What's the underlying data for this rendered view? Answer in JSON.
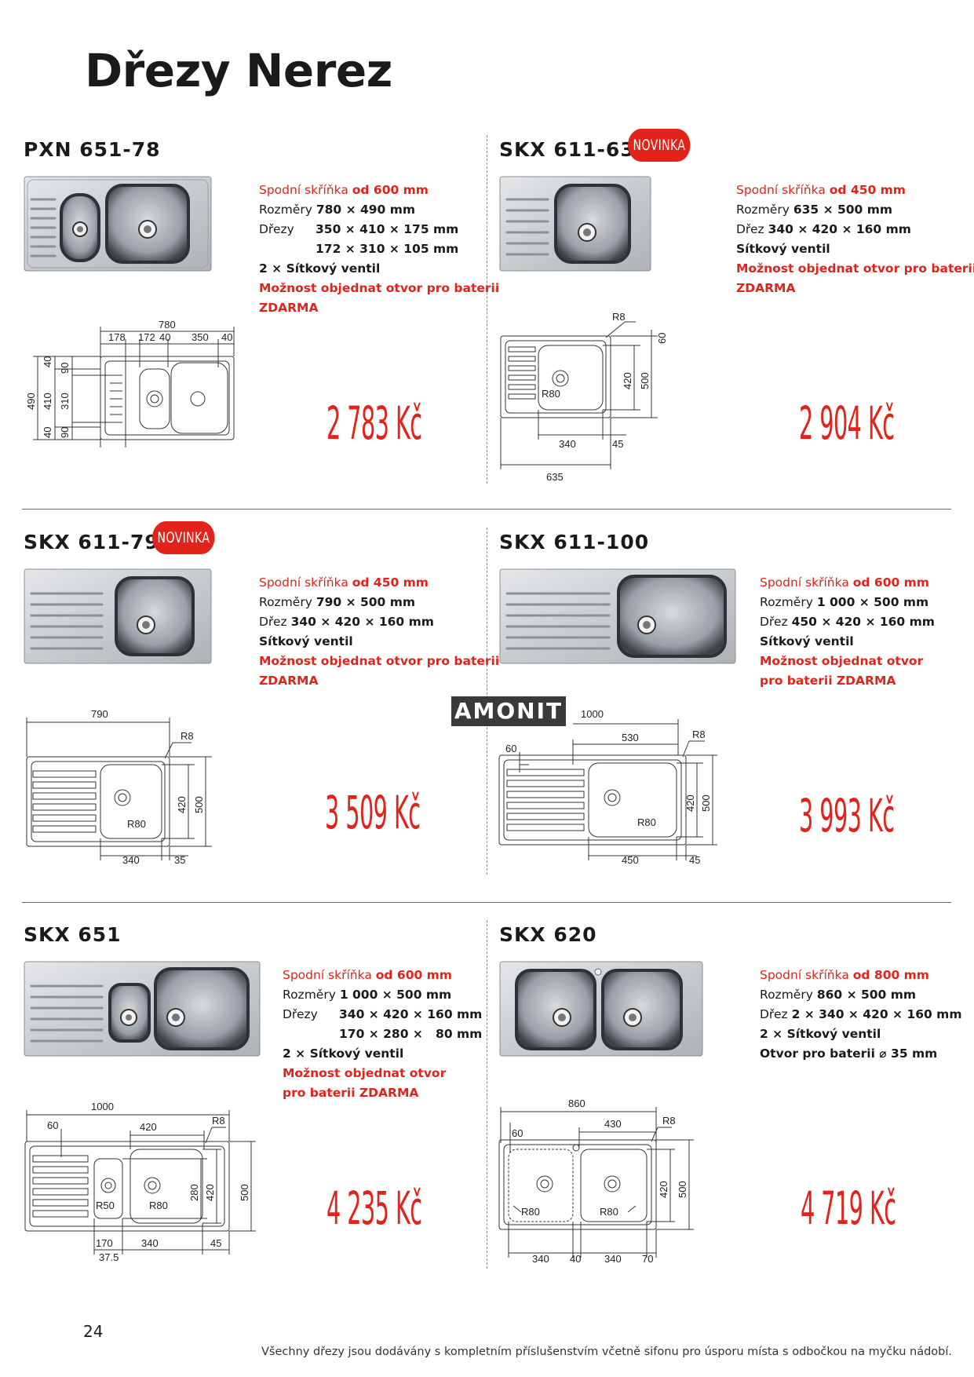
{
  "page": {
    "title": "Dřezy Nerez",
    "page_number": "24",
    "footnote": "Všechny dřezy jsou dodávány s kompletním příslušenstvím včetně sifonu pro úsporu místa s odbočkou na myčku nádobí.",
    "watermark": "AMONIT"
  },
  "colors": {
    "accent": "#e2231a",
    "steel": "#c9ccd0"
  },
  "products": [
    {
      "name": "PXN 651-78",
      "spec_cabinet_label": "Spodní skříňka",
      "spec_cabinet_value": "od 600 mm",
      "spec_dim_label": "Rozměry",
      "spec_dim_value": "780 × 490 mm",
      "spec_bowl_label": "Dřezy",
      "spec_bowl_value": "350 × 410 × 175 mm",
      "spec_bowl_value2": "172 × 310 × 105 mm",
      "spec_valve": "2 × Sítkový ventil",
      "spec_offer_1": "Možnost objednat otvor pro baterii",
      "spec_offer_2": "ZDARMA",
      "price": "2 783 Kč",
      "drawing_labels": [
        "780",
        "178",
        "172",
        "40",
        "350",
        "40",
        "40",
        "90",
        "490",
        "410",
        "310",
        "40",
        "90"
      ]
    },
    {
      "name": "SKX 611-63",
      "badge": "NOVINKA",
      "spec_cabinet_label": "Spodní skříňka",
      "spec_cabinet_value": "od 450 mm",
      "spec_dim_label": "Rozměry",
      "spec_dim_value": "635 × 500 mm",
      "spec_bowl_label": "Dřez",
      "spec_bowl_value": "340 × 420 × 160 mm",
      "spec_valve": "Sítkový ventil",
      "spec_offer_1": "Možnost objednat otvor pro baterii",
      "spec_offer_2": "ZDARMA",
      "price": "2 904 Kč",
      "drawing_labels": [
        "R8",
        "60",
        "420",
        "500",
        "R80",
        "340",
        "45",
        "635"
      ]
    },
    {
      "name": "SKX 611-79",
      "badge": "NOVINKA",
      "spec_cabinet_label": "Spodní skříňka",
      "spec_cabinet_value": "od 450 mm",
      "spec_dim_label": "Rozměry",
      "spec_dim_value": "790 × 500 mm",
      "spec_bowl_label": "Dřez",
      "spec_bowl_value": "340 × 420 × 160 mm",
      "spec_valve": "Sítkový ventil",
      "spec_offer_1": "Možnost objednat otvor pro baterii",
      "spec_offer_2": "ZDARMA",
      "price": "3 509 Kč",
      "drawing_labels": [
        "790",
        "R8",
        "420",
        "500",
        "R80",
        "340",
        "35"
      ]
    },
    {
      "name": "SKX 611-100",
      "spec_cabinet_label": "Spodní skříňka",
      "spec_cabinet_value": "od 600 mm",
      "spec_dim_label": "Rozměry",
      "spec_dim_value": "1 000 × 500 mm",
      "spec_bowl_label": "Dřez",
      "spec_bowl_value": "450 × 420 × 160 mm",
      "spec_valve": "Sítkový ventil",
      "spec_offer_1": "Možnost objednat otvor",
      "spec_offer_2": "pro baterii ZDARMA",
      "price": "3 993 Kč",
      "drawing_labels": [
        "1000",
        "530",
        "R8",
        "60",
        "420",
        "500",
        "R80",
        "450",
        "45"
      ]
    },
    {
      "name": "SKX 651",
      "spec_cabinet_label": "Spodní skříňka",
      "spec_cabinet_value": "od 600 mm",
      "spec_dim_label": "Rozměry",
      "spec_dim_value": "1 000 × 500 mm",
      "spec_bowl_label": "Dřezy",
      "spec_bowl_value": "340 × 420 × 160 mm",
      "spec_bowl_value2": "170 × 280 ×   80 mm",
      "spec_valve": "2 × Sítkový ventil",
      "spec_offer_1": "Možnost objednat otvor",
      "spec_offer_2": "pro baterii ZDARMA",
      "price": "4 235 Kč",
      "drawing_labels": [
        "1000",
        "60",
        "420",
        "R8",
        "280",
        "420",
        "500",
        "R50",
        "R80",
        "170",
        "340",
        "45",
        "37.5"
      ]
    },
    {
      "name": "SKX 620",
      "spec_cabinet_label": "Spodní skříňka",
      "spec_cabinet_value": "od 800 mm",
      "spec_dim_label": "Rozměry",
      "spec_dim_value": "860 × 500 mm",
      "spec_bowl_label": "Dřez",
      "spec_bowl_value": "2 × 340 × 420 × 160 mm",
      "spec_valve": "2 × Sítkový ventil",
      "spec_hole": "Otvor pro baterii ⌀ 35 mm",
      "price": "4 719 Kč",
      "drawing_labels": [
        "860",
        "430",
        "R8",
        "60",
        "420",
        "500",
        "R80",
        "R80",
        "340",
        "40",
        "340",
        "70"
      ]
    }
  ]
}
